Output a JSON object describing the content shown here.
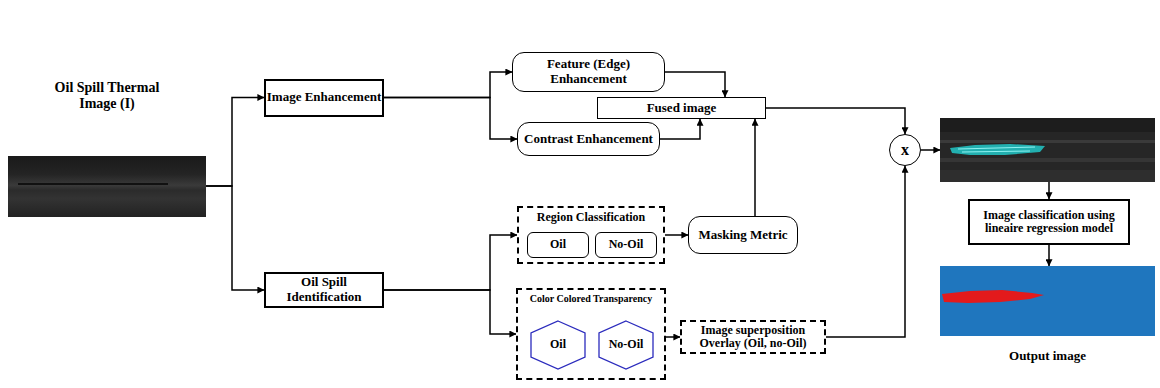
{
  "diagram": {
    "nodes": [
      {
        "text": [
          "Oil Spill Thermal Image (I)"
        ]
      },
      {
        "text": [
          "Image Enhancement"
        ]
      },
      {
        "text": [
          "Oil Spill Identification"
        ]
      },
      {
        "text": [
          "Feature (Edge) Enhancement"
        ]
      },
      {
        "text": [
          "Contrast Enhancement"
        ]
      },
      {
        "text": [
          "Fused image"
        ]
      },
      {
        "text": [
          "Region Classification"
        ]
      },
      {
        "text": [
          "Oil"
        ],
        "in": 6
      },
      {
        "text": [
          "No-Oil"
        ],
        "in": 6
      },
      {
        "text": [
          "Masking Metric"
        ]
      },
      {
        "text": [
          "Color Colored Transparency"
        ]
      },
      {
        "text": [
          "Oil"
        ],
        "in": 10
      },
      {
        "text": [
          "No-Oil"
        ],
        "in": 10
      },
      {
        "text": [
          "Image superposition Overlay (Oil, no-Oil)"
        ]
      },
      {
        "text": [
          "x"
        ]
      },
      {
        "text": [
          "Image classification using lineaire regression model"
        ]
      },
      {
        "text": [
          "Output image"
        ]
      }
    ],
    "edges": [
      {
        "from": 0,
        "to": 1,
        "arrow": "to"
      },
      {
        "from": 0,
        "to": 2,
        "arrow": "to"
      },
      {
        "from": 1,
        "to": 3,
        "arrow": "to"
      },
      {
        "from": 1,
        "to": 4,
        "arrow": "to"
      },
      {
        "from": 3,
        "to": 5,
        "arrow": "to"
      },
      {
        "from": 4,
        "to": 5,
        "arrow": "to"
      },
      {
        "from": 9,
        "to": 5,
        "arrow": "to"
      },
      {
        "from": 2,
        "to": 6,
        "arrow": "to"
      },
      {
        "from": 2,
        "to": 10,
        "arrow": "to"
      },
      {
        "from": 6,
        "to": 9,
        "arrow": "to"
      },
      {
        "from": 10,
        "to": 13,
        "arrow": "to"
      },
      {
        "from": 5,
        "to": 14,
        "arrow": "to"
      },
      {
        "from": 13,
        "to": 14,
        "arrow": "to"
      },
      {
        "from": 15,
        "to": 16,
        "arrow": "to"
      }
    ]
  }
}
